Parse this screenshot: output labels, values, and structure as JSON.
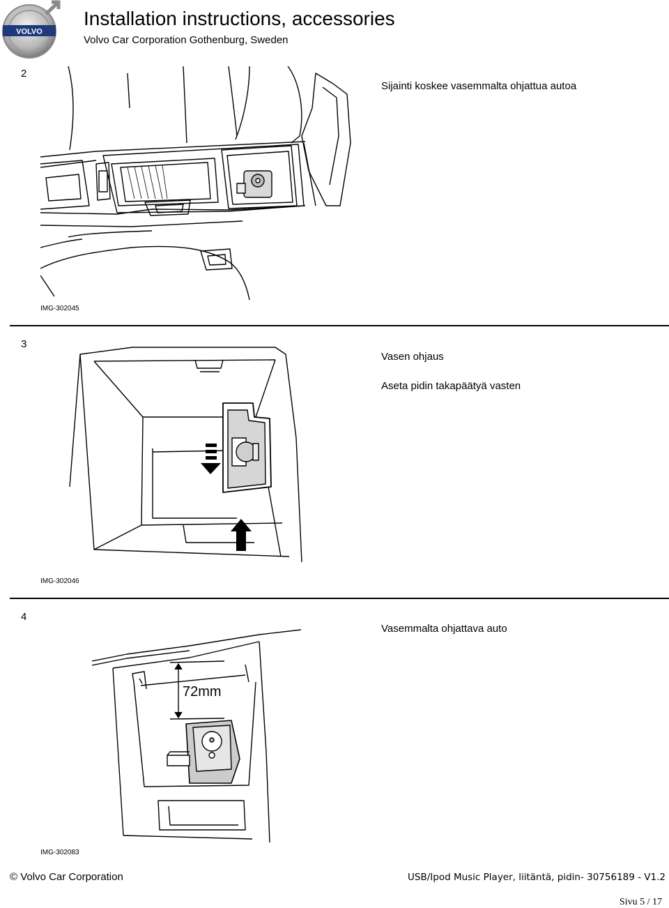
{
  "header": {
    "title": "Installation instructions, accessories",
    "subtitle": "Volvo Car Corporation Gothenburg, Sweden",
    "logo_text": "VOLVO"
  },
  "steps": [
    {
      "number": "2",
      "lines": [
        "Sijainti koskee vasemmalta ohjattua autoa"
      ],
      "image_id": "IMG-302045"
    },
    {
      "number": "3",
      "lines": [
        "Vasen ohjaus",
        "Aseta pidin takapäätyä vasten"
      ],
      "image_id": "IMG-302046"
    },
    {
      "number": "4",
      "lines": [
        "Vasemmalta ohjattava auto"
      ],
      "image_id": "IMG-302083",
      "dimension_label": "72mm"
    }
  ],
  "footer": {
    "left": "© Volvo Car Corporation",
    "right": "USB/Ipod Music Player, liitäntä, pidin- 30756189 - V1.2",
    "page": "Sivu 5 / 17"
  }
}
